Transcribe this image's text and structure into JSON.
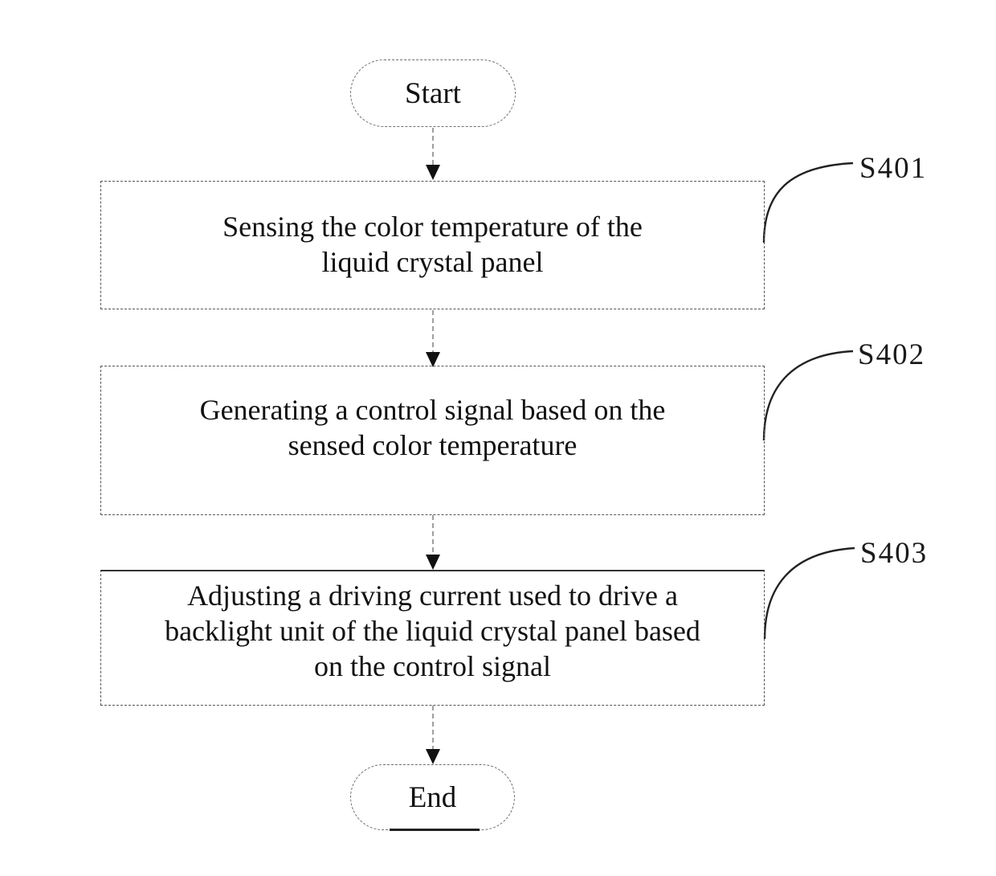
{
  "flowchart": {
    "title_semantic": "Color temperature adjustment method flowchart",
    "start": {
      "label": "Start"
    },
    "end": {
      "label": "End"
    },
    "steps": [
      {
        "id": "S401",
        "text": "Sensing the color temperature of the\nliquid crystal panel"
      },
      {
        "id": "S402",
        "text": "Generating a control signal based on the\nsensed color temperature"
      },
      {
        "id": "S403",
        "text": "Adjusting a driving current used to drive a\nbacklight unit of the liquid crystal panel based\non the control signal"
      }
    ],
    "colors": {
      "background": "#ffffff",
      "text": "#111111",
      "box_border": "#555555",
      "connector_line": "#888888",
      "arrowhead": "#111111",
      "callout_curve": "#222222"
    }
  }
}
